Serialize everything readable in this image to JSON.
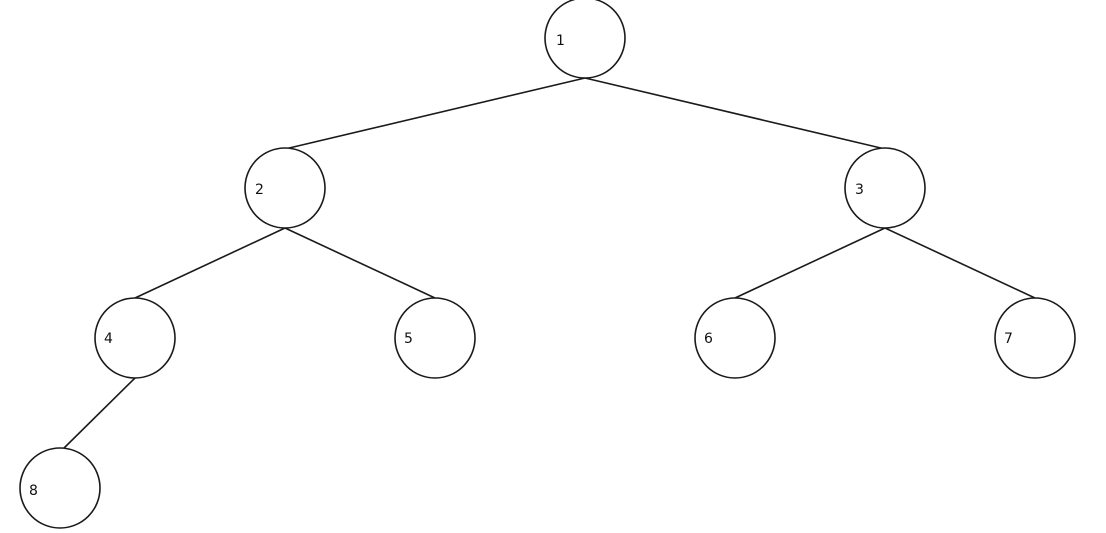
{
  "diagram": {
    "type": "binary-tree",
    "colors": {
      "stroke": "#1a1a1a",
      "node_fill": "#ffffff",
      "text": "#111111",
      "background": "#ffffff"
    },
    "nodes": [
      {
        "id": "n1",
        "label": "1"
      },
      {
        "id": "n2",
        "label": "2"
      },
      {
        "id": "n3",
        "label": "3"
      },
      {
        "id": "n4",
        "label": "4"
      },
      {
        "id": "n5",
        "label": "5"
      },
      {
        "id": "n6",
        "label": "6"
      },
      {
        "id": "n7",
        "label": "7"
      },
      {
        "id": "n8",
        "label": "8"
      }
    ],
    "edges": [
      {
        "from": "n1",
        "to": "n2"
      },
      {
        "from": "n1",
        "to": "n3"
      },
      {
        "from": "n2",
        "to": "n4"
      },
      {
        "from": "n2",
        "to": "n5"
      },
      {
        "from": "n3",
        "to": "n6"
      },
      {
        "from": "n3",
        "to": "n7"
      },
      {
        "from": "n4",
        "to": "n8"
      }
    ]
  }
}
